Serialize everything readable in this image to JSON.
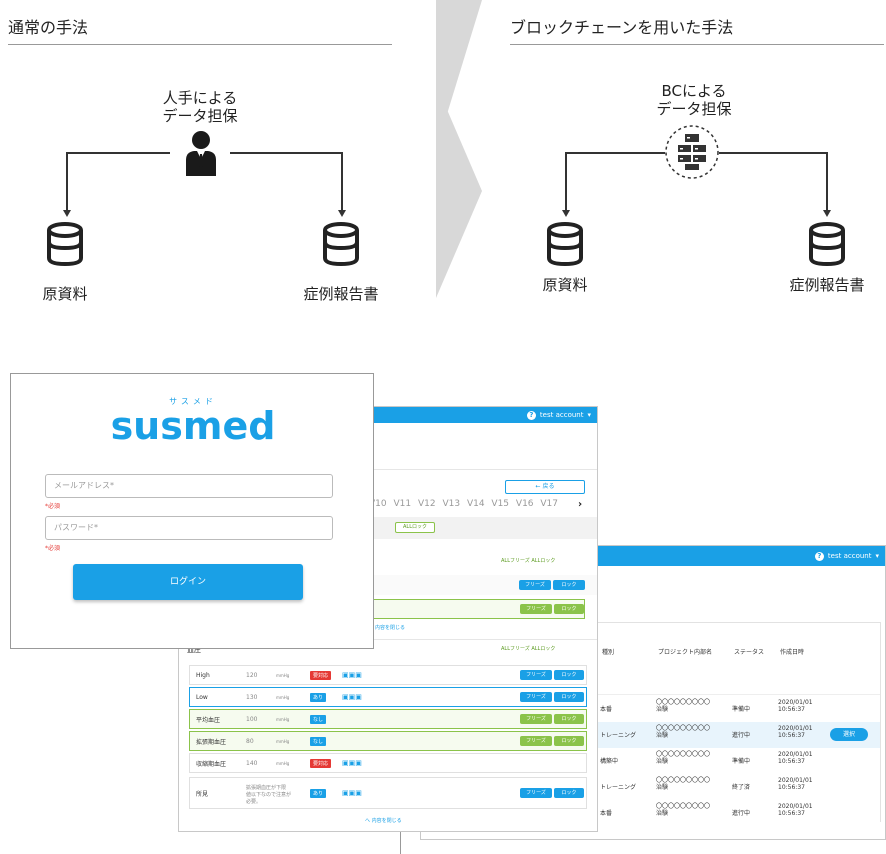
{
  "left_section": {
    "title": "通常の手法",
    "center_label_line1": "人手による",
    "center_label_line2": "データ担保",
    "db_left": "原資料",
    "db_right": "症例報告書",
    "center_icon": "person-icon"
  },
  "right_section": {
    "title": "ブロックチェーンを用いた手法",
    "center_label_line1": "BCによる",
    "center_label_line2": "データ担保",
    "db_left": "原資料",
    "db_right": "症例報告書",
    "center_icon": "server-icon"
  },
  "login": {
    "brand_kana": "サスメド",
    "brand": "susmed",
    "email_placeholder": "メールアドレス*",
    "email_required": "*必須",
    "password_placeholder": "パスワード*",
    "password_required": "*必須",
    "login_button": "ログイン"
  },
  "middle_shot": {
    "account": "test account",
    "back_button": "← 戻る",
    "visits": [
      "V10",
      "V11",
      "V12",
      "V13",
      "V14",
      "V15",
      "V16",
      "V17"
    ],
    "all_lock": "ALLロック",
    "all_freeze": "ALLフリーズ",
    "freeze": "フリーズ",
    "lock": "ロック",
    "close_content": "へ 内容を閉じる",
    "close_content_short": "内容を閉じる",
    "section_bp": "血圧",
    "rows": [
      {
        "name": "High",
        "value": "120",
        "unit": "mmHg",
        "tag": "要対応"
      },
      {
        "name": "Low",
        "value": "130",
        "unit": "mmHg",
        "tag": "あり"
      },
      {
        "name": "平均血圧",
        "value": "100",
        "unit": "mmHg",
        "tag": "なし"
      },
      {
        "name": "拡張期血圧",
        "value": "80",
        "unit": "mmHg",
        "tag": "なし"
      },
      {
        "name": "収縮期血圧",
        "value": "140",
        "unit": "mmHg",
        "tag": "要対応"
      },
      {
        "name": "所見",
        "value": "拡張期血圧が下限\n値以下なので注意が\n必要。",
        "unit": "",
        "tag": "あり"
      }
    ]
  },
  "right_shot": {
    "account": "test account",
    "headers": [
      "種別",
      "プロジェクト内部名",
      "ステータス",
      "作成日時"
    ],
    "rows": [
      {
        "type": "本番",
        "name": "〇〇〇〇〇〇〇〇〇\n治験",
        "status": "準備中",
        "date": "2020/01/01\n10:56:37"
      },
      {
        "type": "トレーニング",
        "name": "〇〇〇〇〇〇〇〇〇\n治験",
        "status": "進行中",
        "date": "2020/01/01\n10:56:37"
      },
      {
        "type": "構築中",
        "name": "〇〇〇〇〇〇〇〇〇\n治験",
        "status": "準備中",
        "date": "2020/01/01\n10:56:37"
      },
      {
        "type": "トレーニング",
        "name": "〇〇〇〇〇〇〇〇〇\n治験",
        "status": "終了済",
        "date": "2020/01/01\n10:56:37"
      },
      {
        "type": "本番",
        "name": "〇〇〇〇〇〇〇〇〇\n治験",
        "status": "進行中",
        "date": "2020/01/01\n10:56:37"
      }
    ],
    "select_button": "選択"
  }
}
